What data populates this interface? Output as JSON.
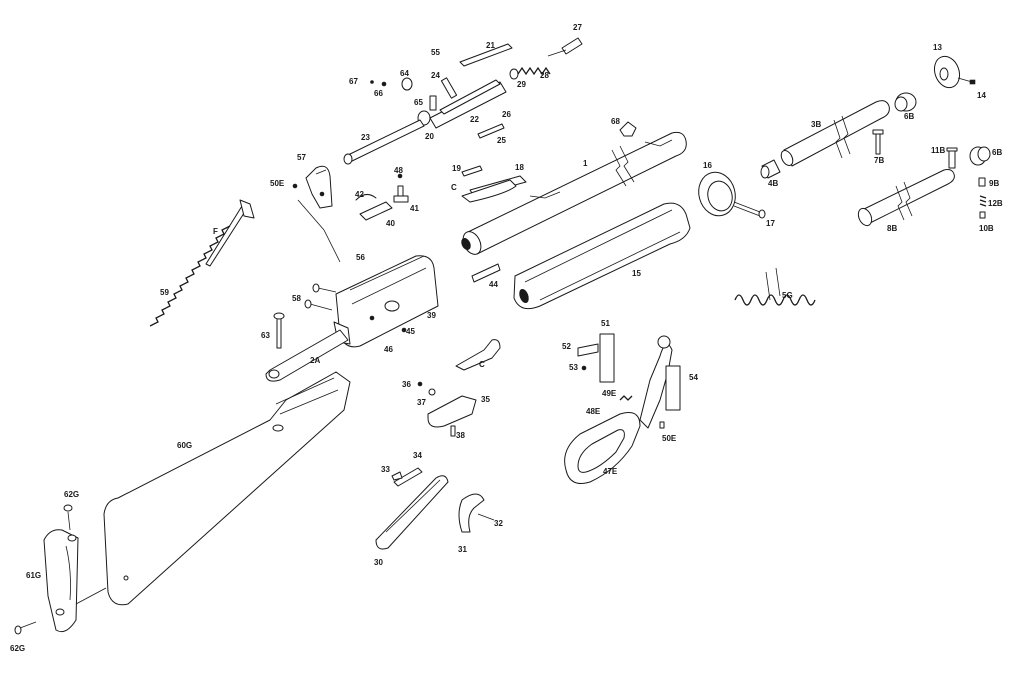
{
  "diagram": {
    "labels": {
      "l1": "1",
      "l2A": "2A",
      "l3B": "3B",
      "l5G": "5G",
      "l6B_a": "6B",
      "l6B_b": "6B",
      "l7B": "7B",
      "l8B": "8B",
      "l9B": "9B",
      "l10B": "10B",
      "l11B": "11B",
      "l12B": "12B",
      "l13": "13",
      "l14": "14",
      "l4B": "4B",
      "l15": "15",
      "l16": "16",
      "l17": "17",
      "l18": "18",
      "l19": "19",
      "lC_a": "C",
      "lC_b": "C",
      "l20": "20",
      "l21": "21",
      "l22": "22",
      "l23": "23",
      "l24": "24",
      "l25": "25",
      "l26": "26",
      "l27": "27",
      "l28": "28",
      "l29": "29",
      "l30": "30",
      "l31": "31",
      "l32": "32",
      "l33": "33",
      "l34": "34",
      "l35": "35",
      "l36": "36",
      "l37": "37",
      "l38": "38",
      "l39": "39",
      "l40": "40",
      "l41": "41",
      "l42": "42",
      "l44": "44",
      "l45": "45",
      "l46": "46",
      "l47E": "47E",
      "l48": "48",
      "l48E": "48E",
      "l49E": "49E",
      "l50E_a": "50E",
      "l50E_b": "50E",
      "l51": "51",
      "l52": "52",
      "l53": "53",
      "l54": "54",
      "l55": "55",
      "l56": "56",
      "l57": "57",
      "l58": "58",
      "l59": "59",
      "l60G": "60G",
      "l61G": "61G",
      "l62G_a": "62G",
      "l62G_b": "62G",
      "l63": "63",
      "l64": "64",
      "l65": "65",
      "l66": "66",
      "l67": "67",
      "l68": "68",
      "lF": "F"
    }
  }
}
